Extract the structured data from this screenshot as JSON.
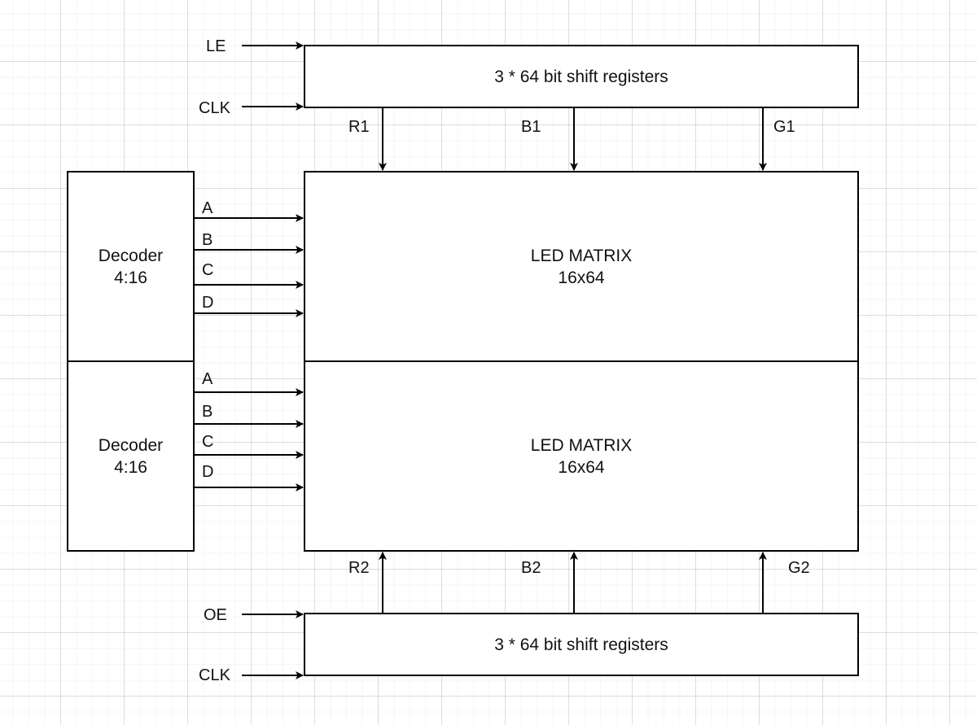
{
  "blocks": {
    "shift_register_top": {
      "label": "3 * 64 bit shift registers"
    },
    "shift_register_bottom": {
      "label": "3 * 64 bit shift registers"
    },
    "led_matrix_top": {
      "line1": "LED MATRIX",
      "line2": "16x64"
    },
    "led_matrix_bottom": {
      "line1": "LED MATRIX",
      "line2": "16x64"
    },
    "decoder_top": {
      "line1": "Decoder",
      "line2": "4:16"
    },
    "decoder_bottom": {
      "line1": "Decoder",
      "line2": "4:16"
    }
  },
  "signals": {
    "top_inputs": [
      "LE",
      "CLK"
    ],
    "bottom_inputs": [
      "OE",
      "CLK"
    ],
    "top_outputs": [
      "R1",
      "B1",
      "G1"
    ],
    "bottom_outputs": [
      "R2",
      "B2",
      "G2"
    ],
    "decoder_top_lines": [
      "A",
      "B",
      "C",
      "D"
    ],
    "decoder_bottom_lines": [
      "A",
      "B",
      "C",
      "D"
    ]
  },
  "colors": {
    "line": "#000000",
    "grid": "#e6e6e6",
    "background": "#ffffff"
  }
}
